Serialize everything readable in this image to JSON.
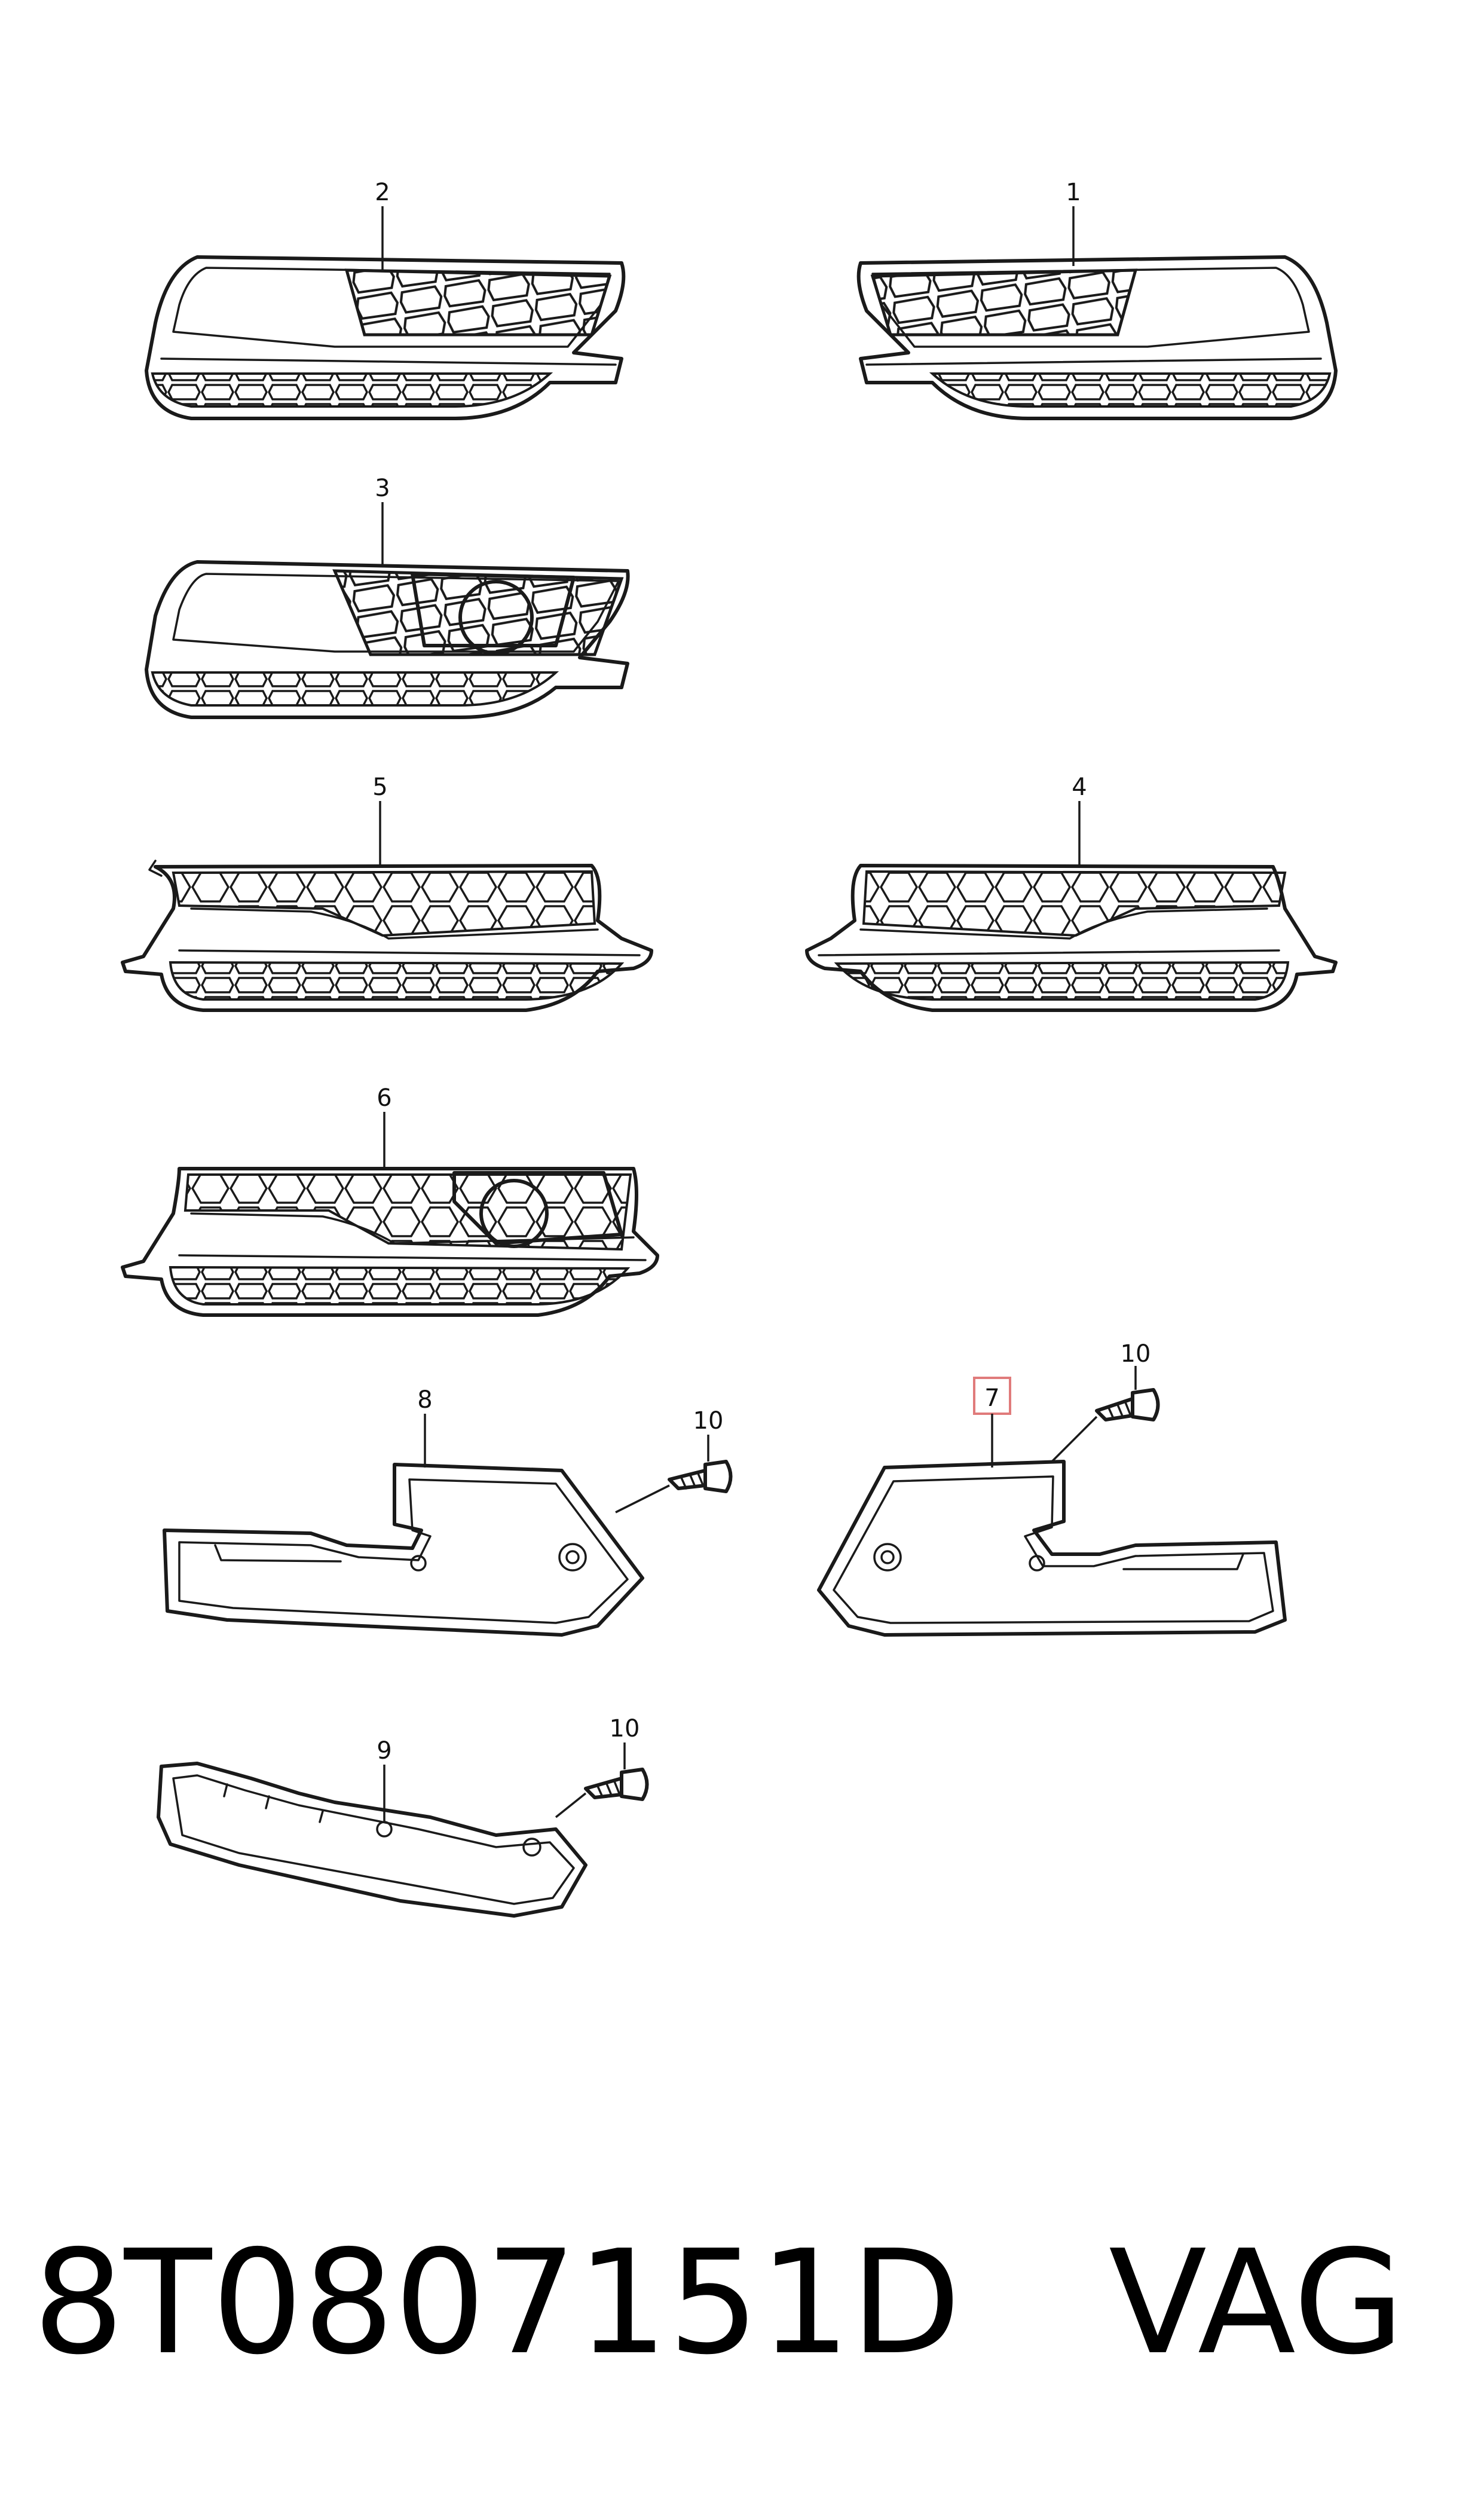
{
  "callouts": {
    "c1": "1",
    "c2": "2",
    "c3": "3",
    "c4": "4",
    "c5": "5",
    "c6": "6",
    "c7": "7",
    "c8": "8",
    "c9": "9",
    "c10a": "10",
    "c10b": "10",
    "c10c": "10"
  },
  "highlight_color": "#e07b7b",
  "footer": {
    "part_number": "8T0807151D",
    "brand": "VAG"
  }
}
